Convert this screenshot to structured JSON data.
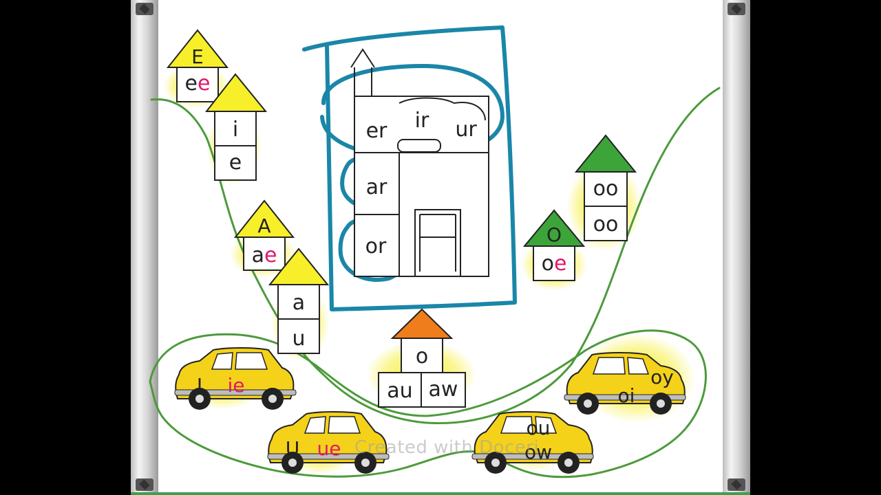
{
  "houses": {
    "E": {
      "roof": "E",
      "cells": [
        {
          "parts": [
            {
              "t": "e",
              "c": "#222"
            },
            {
              "t": "e",
              "c": "#e0186c"
            }
          ]
        }
      ]
    },
    "i": {
      "cells": [
        {
          "parts": [
            {
              "t": "i",
              "c": "#222"
            }
          ]
        },
        {
          "parts": [
            {
              "t": "e",
              "c": "#222"
            }
          ]
        }
      ]
    },
    "A": {
      "roof": "A",
      "cells": [
        {
          "parts": [
            {
              "t": "a",
              "c": "#222"
            },
            {
              "t": "e",
              "c": "#e0186c"
            }
          ]
        }
      ]
    },
    "a": {
      "cells": [
        {
          "parts": [
            {
              "t": "a",
              "c": "#222"
            }
          ]
        },
        {
          "parts": [
            {
              "t": "u",
              "c": "#222"
            }
          ]
        }
      ]
    },
    "o": {
      "cells": [
        {
          "parts": [
            {
              "t": "o",
              "c": "#222"
            }
          ]
        }
      ],
      "bottom": [
        {
          "parts": [
            {
              "t": "au",
              "c": "#222"
            }
          ]
        },
        {
          "parts": [
            {
              "t": "aw",
              "c": "#222"
            }
          ]
        }
      ]
    },
    "O": {
      "roof": "O",
      "cells": [
        {
          "parts": [
            {
              "t": "o",
              "c": "#222"
            },
            {
              "t": "e",
              "c": "#e0186c"
            }
          ]
        }
      ]
    },
    "oo": {
      "cells": [
        {
          "parts": [
            {
              "t": "oo",
              "c": "#222"
            }
          ]
        },
        {
          "parts": [
            {
              "t": "oo",
              "c": "#222"
            }
          ]
        }
      ]
    }
  },
  "big_house": {
    "labels": [
      "er",
      "ir",
      "ur",
      "ar",
      "or"
    ]
  },
  "cars": [
    {
      "labels": [
        {
          "t": "I",
          "c": "#222"
        },
        {
          "t": "ie",
          "c": "#e0186c"
        }
      ]
    },
    {
      "labels": [
        {
          "t": "U",
          "c": "#222"
        },
        {
          "t": "ue",
          "c": "#e0186c"
        }
      ]
    },
    {
      "labels": [
        {
          "t": "ou",
          "c": "#222"
        },
        {
          "t": "ow",
          "c": "#222"
        }
      ]
    },
    {
      "labels": [
        {
          "t": "oi",
          "c": "#222"
        },
        {
          "t": "oy",
          "c": "#222"
        }
      ]
    }
  ],
  "watermark": "Created with Doceri",
  "colors": {
    "pen_blue": "#1a86a8",
    "pen_green": "#4c9a3b",
    "highlight": "#f7ef3a",
    "magenta": "#e0186c",
    "car_yellow": "#f5d21a"
  }
}
